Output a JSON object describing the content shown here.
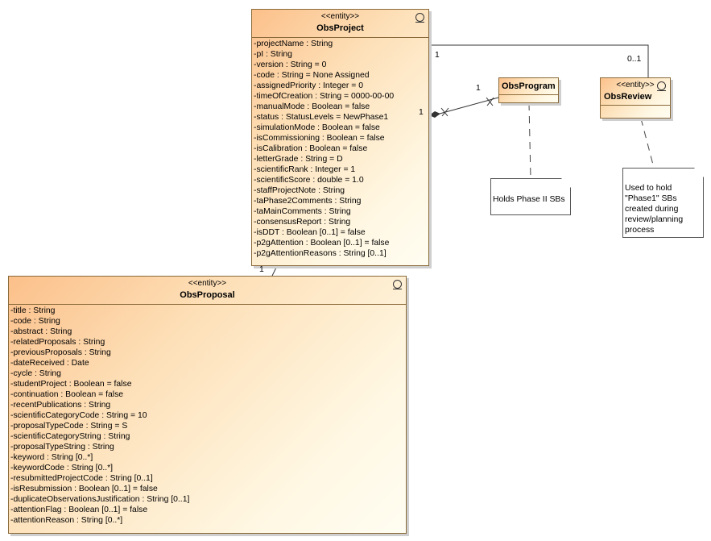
{
  "classes": {
    "obs_project": {
      "stereotype": "<<entity>>",
      "name": "ObsProject",
      "attributes": [
        "-projectName : String",
        "-pI : String",
        "-version : String = 0",
        "-code : String = None Assigned",
        "-assignedPriority : Integer = 0",
        "-timeOfCreation : String = 0000-00-00",
        "-manualMode : Boolean = false",
        "-status : StatusLevels = NewPhase1",
        "-simulationMode : Boolean = false",
        "-isCommissioning : Boolean = false",
        "-isCalibration : Boolean = false",
        "-letterGrade : String = D",
        "-scientificRank : Integer = 1",
        "-scientificScore : double = 1.0",
        "-staffProjectNote : String",
        "-taPhase2Comments : String",
        "-taMainComments : String",
        "-consensusReport : String",
        "-isDDT : Boolean [0..1] = false",
        "-p2gAttention : Boolean [0..1] = false",
        "-p2gAttentionReasons : String [0..1]"
      ]
    },
    "obs_program": {
      "name": "ObsProgram"
    },
    "obs_review": {
      "stereotype": "<<entity>>",
      "name": "ObsReview"
    },
    "obs_proposal": {
      "stereotype": "<<entity>>",
      "name": "ObsProposal",
      "attributes": [
        "-title : String",
        "-code : String",
        "-abstract : String",
        "-relatedProposals : String",
        "-previousProposals : String",
        "-dateReceived : Date",
        "-cycle : String",
        "-studentProject : Boolean = false",
        "-continuation : Boolean = false",
        "-recentPublications : String",
        "-scientificCategoryCode : String = 10",
        "-proposalTypeCode : String = S",
        "-scientificCategoryString : String",
        "-proposalTypeString : String",
        "-keyword : String [0..*]",
        "-keywordCode : String [0..*]",
        "-resubmittedProjectCode : String [0..1]",
        "-isResubmission : Boolean [0..1] = false",
        "-duplicateObservationsJustification : String [0..1]",
        "-attentionFlag : Boolean [0..1] = false",
        "-attentionReason : String [0..*]"
      ]
    }
  },
  "notes": {
    "program_note": [
      "Holds Phase II SBs"
    ],
    "review_note": [
      "Used to hold",
      "\"Phase1\" SBs",
      "created during",
      "review/planning",
      "process"
    ]
  },
  "multiplicities": {
    "project_review_project_end": "1",
    "project_review_review_end": "0..1",
    "project_program_program_end": "1",
    "project_program_project_end": "1",
    "project_proposal_project_end": "1"
  }
}
